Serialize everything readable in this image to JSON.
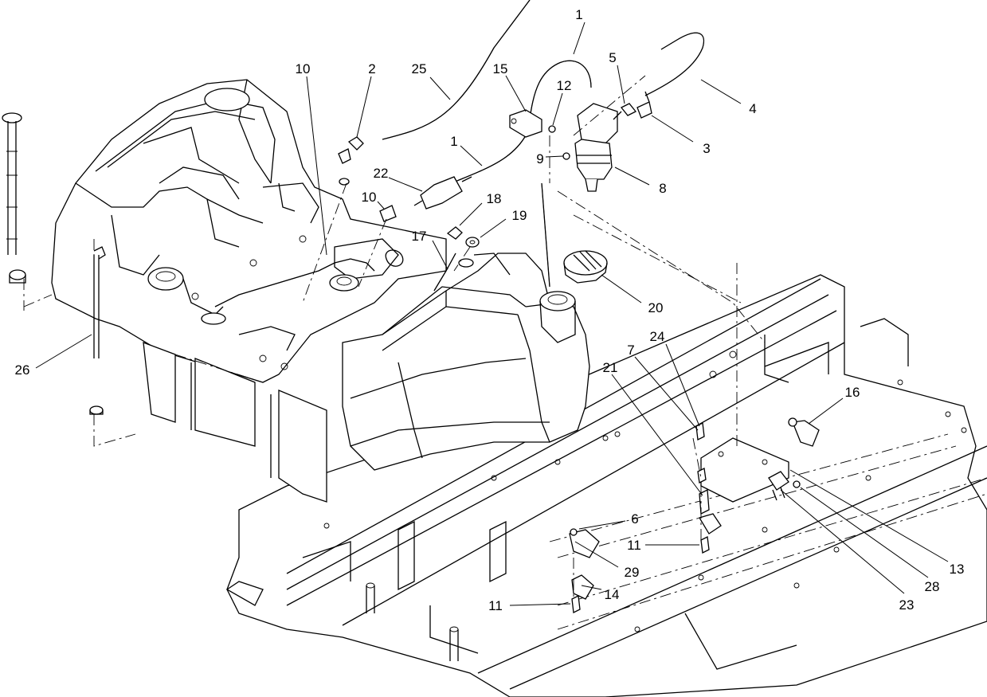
{
  "callouts": [
    {
      "id": "c1a",
      "label": "1"
    },
    {
      "id": "c1b",
      "label": "1"
    },
    {
      "id": "c2",
      "label": "2"
    },
    {
      "id": "c3",
      "label": "3"
    },
    {
      "id": "c4",
      "label": "4"
    },
    {
      "id": "c5",
      "label": "5"
    },
    {
      "id": "c6",
      "label": "6"
    },
    {
      "id": "c7",
      "label": "7"
    },
    {
      "id": "c8",
      "label": "8"
    },
    {
      "id": "c9",
      "label": "9"
    },
    {
      "id": "c10a",
      "label": "10"
    },
    {
      "id": "c10b",
      "label": "10"
    },
    {
      "id": "c11a",
      "label": "11"
    },
    {
      "id": "c11b",
      "label": "11"
    },
    {
      "id": "c12",
      "label": "12"
    },
    {
      "id": "c13",
      "label": "13"
    },
    {
      "id": "c14",
      "label": "14"
    },
    {
      "id": "c15",
      "label": "15"
    },
    {
      "id": "c16",
      "label": "16"
    },
    {
      "id": "c17",
      "label": "17"
    },
    {
      "id": "c18",
      "label": "18"
    },
    {
      "id": "c19",
      "label": "19"
    },
    {
      "id": "c20",
      "label": "20"
    },
    {
      "id": "c21",
      "label": "21"
    },
    {
      "id": "c22",
      "label": "22"
    },
    {
      "id": "c23",
      "label": "23"
    },
    {
      "id": "c24",
      "label": "24"
    },
    {
      "id": "c25",
      "label": "25"
    },
    {
      "id": "c26",
      "label": "26"
    },
    {
      "id": "c28",
      "label": "28"
    },
    {
      "id": "c29",
      "label": "29"
    }
  ]
}
